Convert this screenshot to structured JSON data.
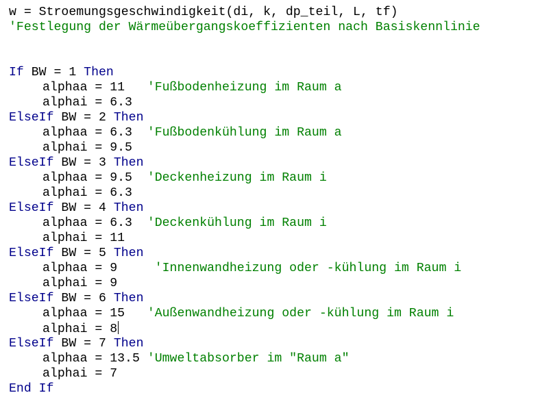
{
  "editor": {
    "lines": [
      {
        "code": "w = Stroemungsgeschwindigkeit(di, k, dp_teil, L, tf)"
      },
      {
        "comment": "'Festlegung der Wärmeübergangskoeffizienten nach Basiskennlinie"
      },
      {},
      {},
      {
        "kw1": "If",
        "code": " BW = 1 ",
        "kw2": "Then"
      },
      {
        "indent": true,
        "code": "alphaa = 11   ",
        "comment": "'Fußbodenheizung im Raum a"
      },
      {
        "indent": true,
        "code": "alphai = 6.3"
      },
      {
        "kw1": "ElseIf",
        "code": " BW = 2 ",
        "kw2": "Then"
      },
      {
        "indent": true,
        "code": "alphaa = 6.3  ",
        "comment": "'Fußbodenkühlung im Raum a"
      },
      {
        "indent": true,
        "code": "alphai = 9.5"
      },
      {
        "kw1": "ElseIf",
        "code": " BW = 3 ",
        "kw2": "Then"
      },
      {
        "indent": true,
        "code": "alphaa = 9.5  ",
        "comment": "'Deckenheizung im Raum i"
      },
      {
        "indent": true,
        "code": "alphai = 6.3"
      },
      {
        "kw1": "ElseIf",
        "code": " BW = 4 ",
        "kw2": "Then"
      },
      {
        "indent": true,
        "code": "alphaa = 6.3  ",
        "comment": "'Deckenkühlung im Raum i"
      },
      {
        "indent": true,
        "code": "alphai = 11"
      },
      {
        "kw1": "ElseIf",
        "code": " BW = 5 ",
        "kw2": "Then"
      },
      {
        "indent": true,
        "code": "alphaa = 9     ",
        "comment": "'Innenwandheizung oder -kühlung im Raum i"
      },
      {
        "indent": true,
        "code": "alphai = 9"
      },
      {
        "kw1": "ElseIf",
        "code": " BW = 6 ",
        "kw2": "Then"
      },
      {
        "indent": true,
        "code": "alphaa = 15   ",
        "comment": "'Außenwandheizung oder -kühlung im Raum i"
      },
      {
        "indent": true,
        "code": "alphai = 8",
        "caret": true
      },
      {
        "kw1": "ElseIf",
        "code": " BW = 7 ",
        "kw2": "Then"
      },
      {
        "indent": true,
        "code": "alphaa = 13.5 ",
        "comment": "'Umweltabsorber im \"Raum a\""
      },
      {
        "indent": true,
        "code": "alphai = 7"
      },
      {
        "kw1": "End If"
      }
    ]
  }
}
